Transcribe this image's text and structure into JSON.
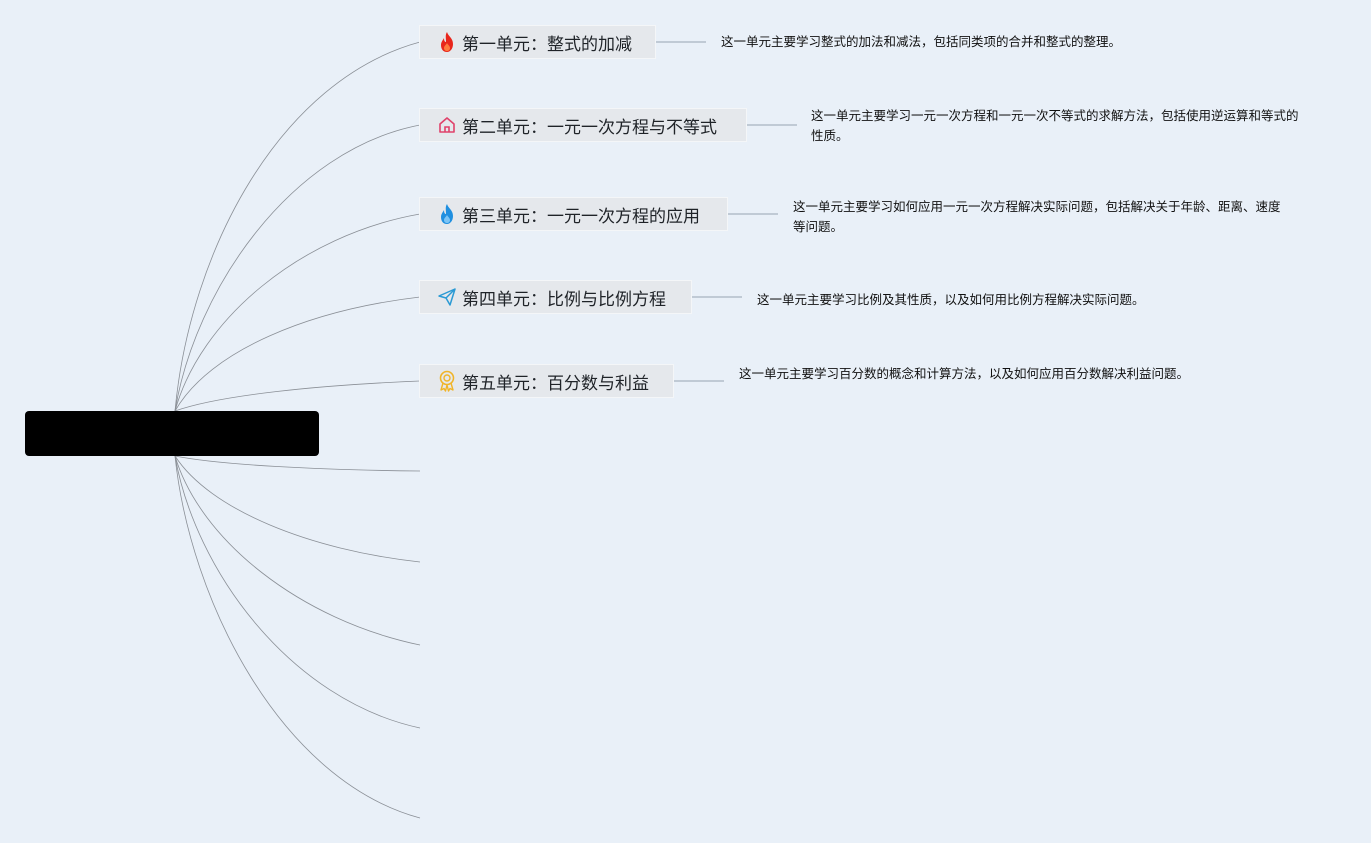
{
  "root": {
    "label": ""
  },
  "units": [
    {
      "title": "第一单元：整式的加减",
      "icon": "fire-icon",
      "icon_color": "#e8261c",
      "description": "这一单元主要学习整式的加法和减法，包括同类项的合并和整式的整理。"
    },
    {
      "title": "第二单元：一元一次方程与不等式",
      "icon": "house-icon",
      "icon_color": "#e0426b",
      "description": "这一单元主要学习一元一次方程和一元一次不等式的求解方法，包括使用逆运算和等式的性质。"
    },
    {
      "title": "第三单元：一元一次方程的应用",
      "icon": "flame-icon",
      "icon_color": "#1f8fe0",
      "description": "这一单元主要学习如何应用一元一次方程解决实际问题，包括解决关于年龄、距离、速度等问题。"
    },
    {
      "title": "第四单元：比例与比例方程",
      "icon": "paper-plane-icon",
      "icon_color": "#2a9ad4",
      "description": "这一单元主要学习比例及其性质，以及如何用比例方程解决实际问题。"
    },
    {
      "title": "第五单元：百分数与利益",
      "icon": "award-badge-icon",
      "icon_color": "#f0b429",
      "description": "这一单元主要学习百分数的概念和计算方法，以及如何应用百分数解决利益问题。"
    }
  ],
  "colors": {
    "background": "#e9f0f8",
    "branch_line": "#8a8f96",
    "connector_line": "#a9b4c0",
    "topic_fill": "#e5e8ec"
  }
}
